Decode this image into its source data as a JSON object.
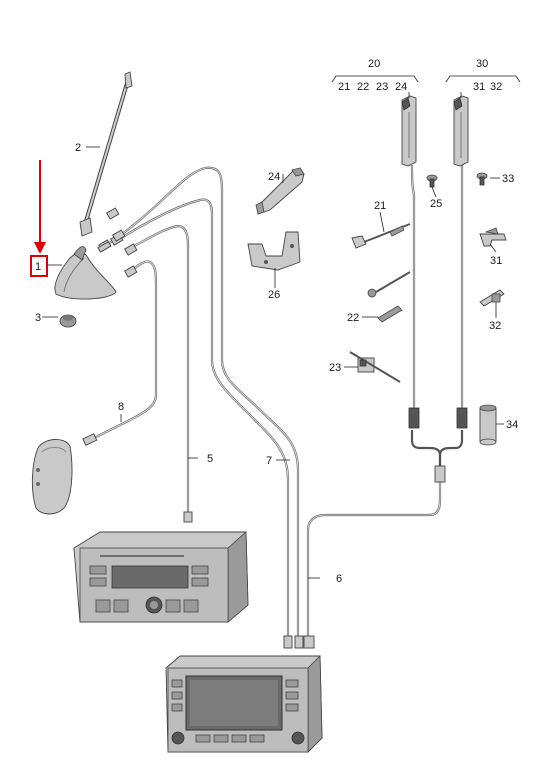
{
  "colors": {
    "highlight": "#e00000",
    "cable": "#555555",
    "part": "#c9c9c9"
  },
  "callouts": {
    "c1": "1",
    "c2": "2",
    "c3": "3",
    "c5": "5",
    "c6": "6",
    "c7": "7",
    "c8": "8",
    "c20": "20",
    "c21": "21",
    "c22": "22",
    "c23": "23",
    "c24": "24",
    "c25": "25",
    "c26": "26",
    "c30": "30",
    "c31": "31",
    "c32": "32",
    "c33": "33",
    "c34": "34",
    "g20_21": "21",
    "g20_22": "22",
    "g20_23": "23",
    "g20_24": "24",
    "g30_31": "31",
    "g30_32": "32"
  }
}
